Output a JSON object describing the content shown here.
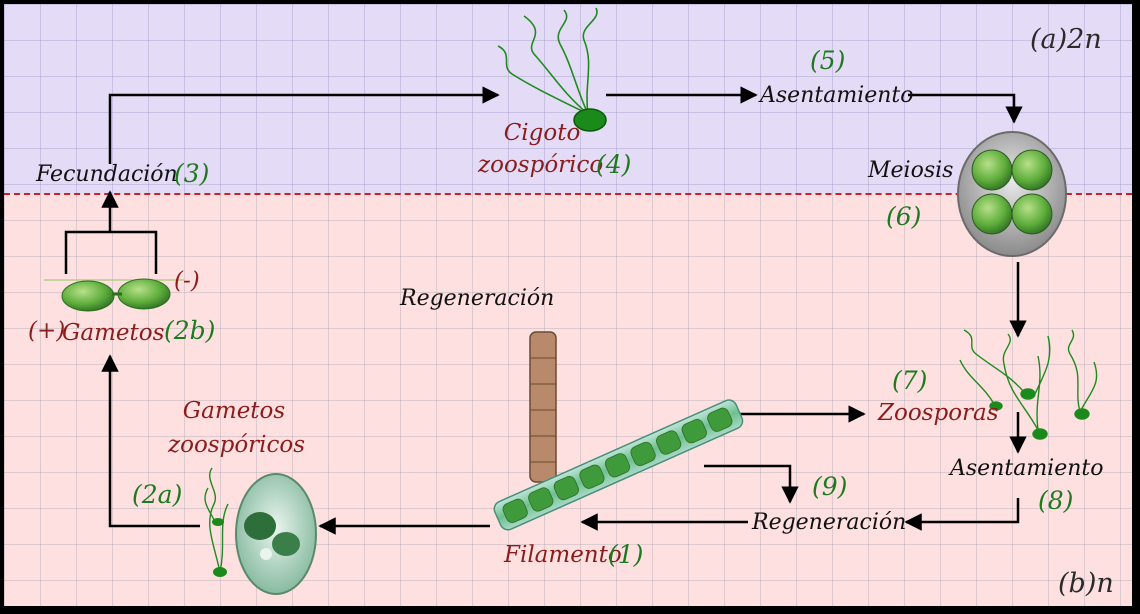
{
  "regions": {
    "diploid": "(a)2n",
    "haploid": "(b)n"
  },
  "labels": {
    "fecundacion": "Fecundación",
    "fecundacion_num": "(3)",
    "cigoto_line1": "Cigoto",
    "cigoto_line2": "zoospórico",
    "cigoto_num": "(4)",
    "asentamiento_top_num": "(5)",
    "asentamiento_top": "Asentamiento",
    "meiosis": "Meiosis",
    "meiosis_num": "(6)",
    "gamete_minus": "(-)",
    "gamete_plus": "(+)",
    "gametos": "Gametos",
    "gametos_num": "(2b)",
    "regeneracion_top": "Regeneración",
    "gametos_zoo_line1": "Gametos",
    "gametos_zoo_line2": "zoospóricos",
    "gametos_zoo_num": "(2a)",
    "zoosporas_num": "(7)",
    "zoosporas": "Zoosporas",
    "asentamiento_bottom": "Asentamiento",
    "asentamiento_bottom_num": "(8)",
    "regeneracion_num": "(9)",
    "regeneracion_bottom": "Regeneración",
    "filamento": "Filamento",
    "filamento_num": "(1)"
  },
  "colors": {
    "diploid_bg": "#e4dcf6",
    "haploid_bg": "#fde0df",
    "divider": "#c9202a",
    "label_red": "#8a1c1c",
    "label_green": "#1f7a1f",
    "algae_green": "#4fa93a"
  },
  "icons": [
    "zygote-icon",
    "meiosis-tetrad-icon",
    "zoospores-icon",
    "gametes-icon",
    "gamete-zoospore-icon",
    "filament-icon",
    "rhizoid-icon"
  ]
}
